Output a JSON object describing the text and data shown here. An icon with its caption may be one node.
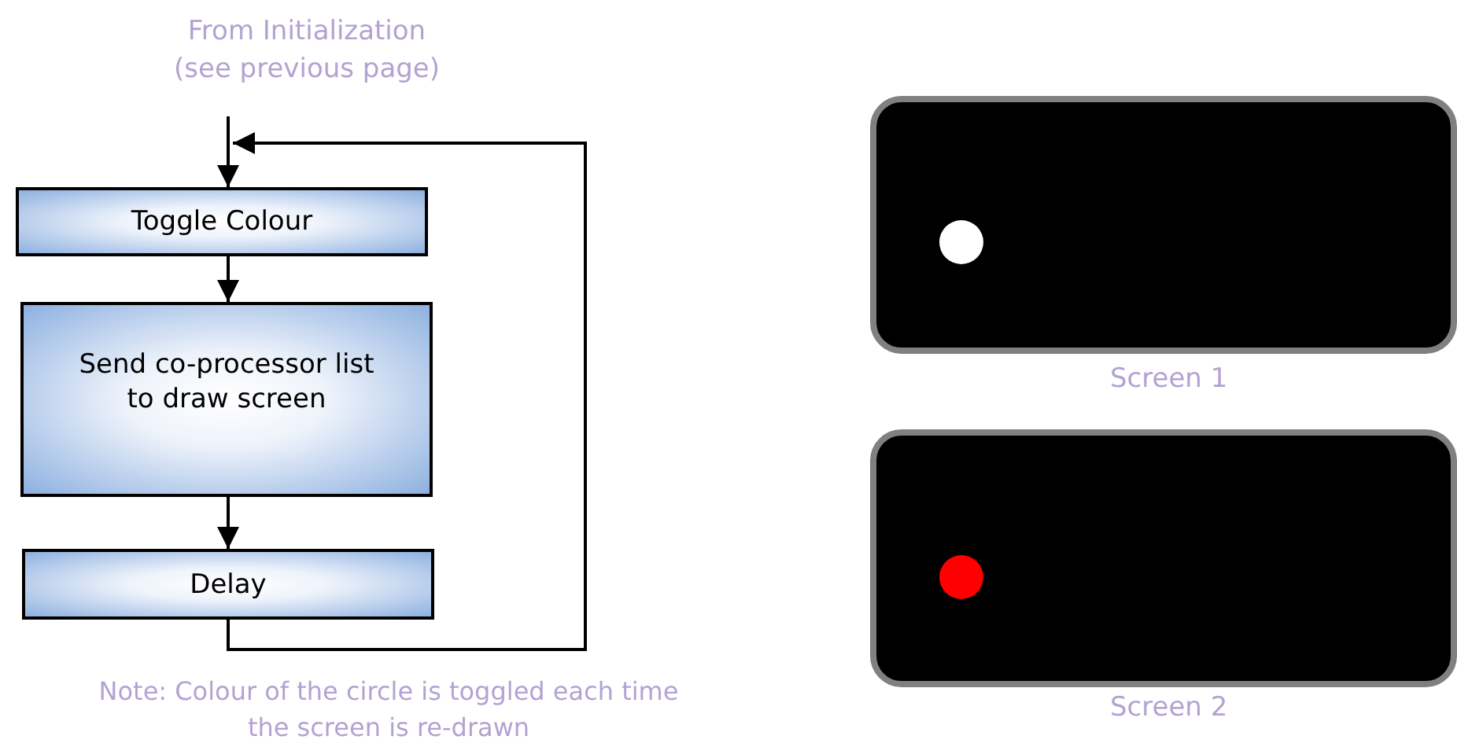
{
  "diagram": {
    "nodes": [
      {
        "text": [
          "From Initialization (see previous page)"
        ]
      },
      {
        "text": [
          "Toggle Colour"
        ]
      },
      {
        "text": [
          "Send co-processor list to draw screen"
        ]
      },
      {
        "text": [
          "Delay"
        ]
      },
      {
        "text": [],
        "shape": "box",
        "beside": [
          "Screen 1"
        ]
      },
      {
        "text": [],
        "shape": "box",
        "beside": [
          "Screen 2"
        ]
      }
    ],
    "edges": [
      {
        "from": 0,
        "to": 1,
        "arrow": "to"
      },
      {
        "from": 1,
        "to": 2,
        "arrow": "to"
      },
      {
        "from": 2,
        "to": 3,
        "arrow": "to"
      },
      {
        "from": 3,
        "to": 1,
        "arrow": "to"
      }
    ],
    "labels": [
      "Note: Colour of the circle is toggled each time the screen is re-drawn"
    ]
  }
}
